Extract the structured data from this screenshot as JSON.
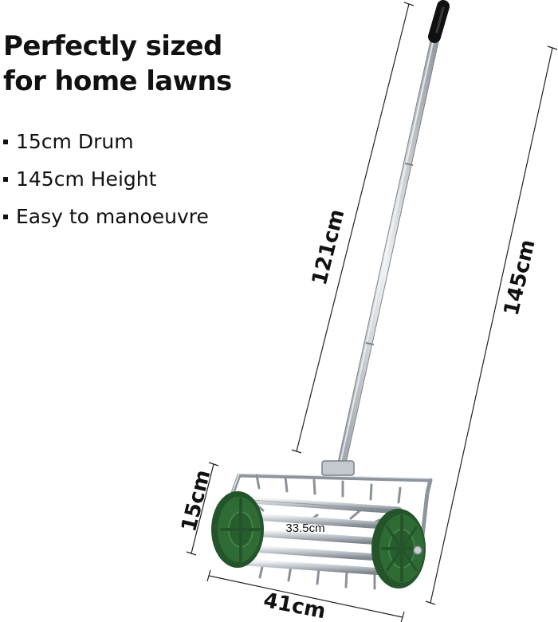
{
  "headline": {
    "line1": "Perfectly sized",
    "line2": "for home lawns"
  },
  "features": [
    "15cm Drum",
    "145cm Height",
    "Easy to manoeuvre"
  ],
  "dimensions": {
    "handle": "121cm",
    "total_height": "145cm",
    "drum": "15cm",
    "width": "41cm",
    "drum_length": "33.5cm"
  },
  "colors": {
    "wheel": "#2f6b35",
    "metal": "#c9ced3",
    "grip": "#111111",
    "text": "#111111"
  }
}
